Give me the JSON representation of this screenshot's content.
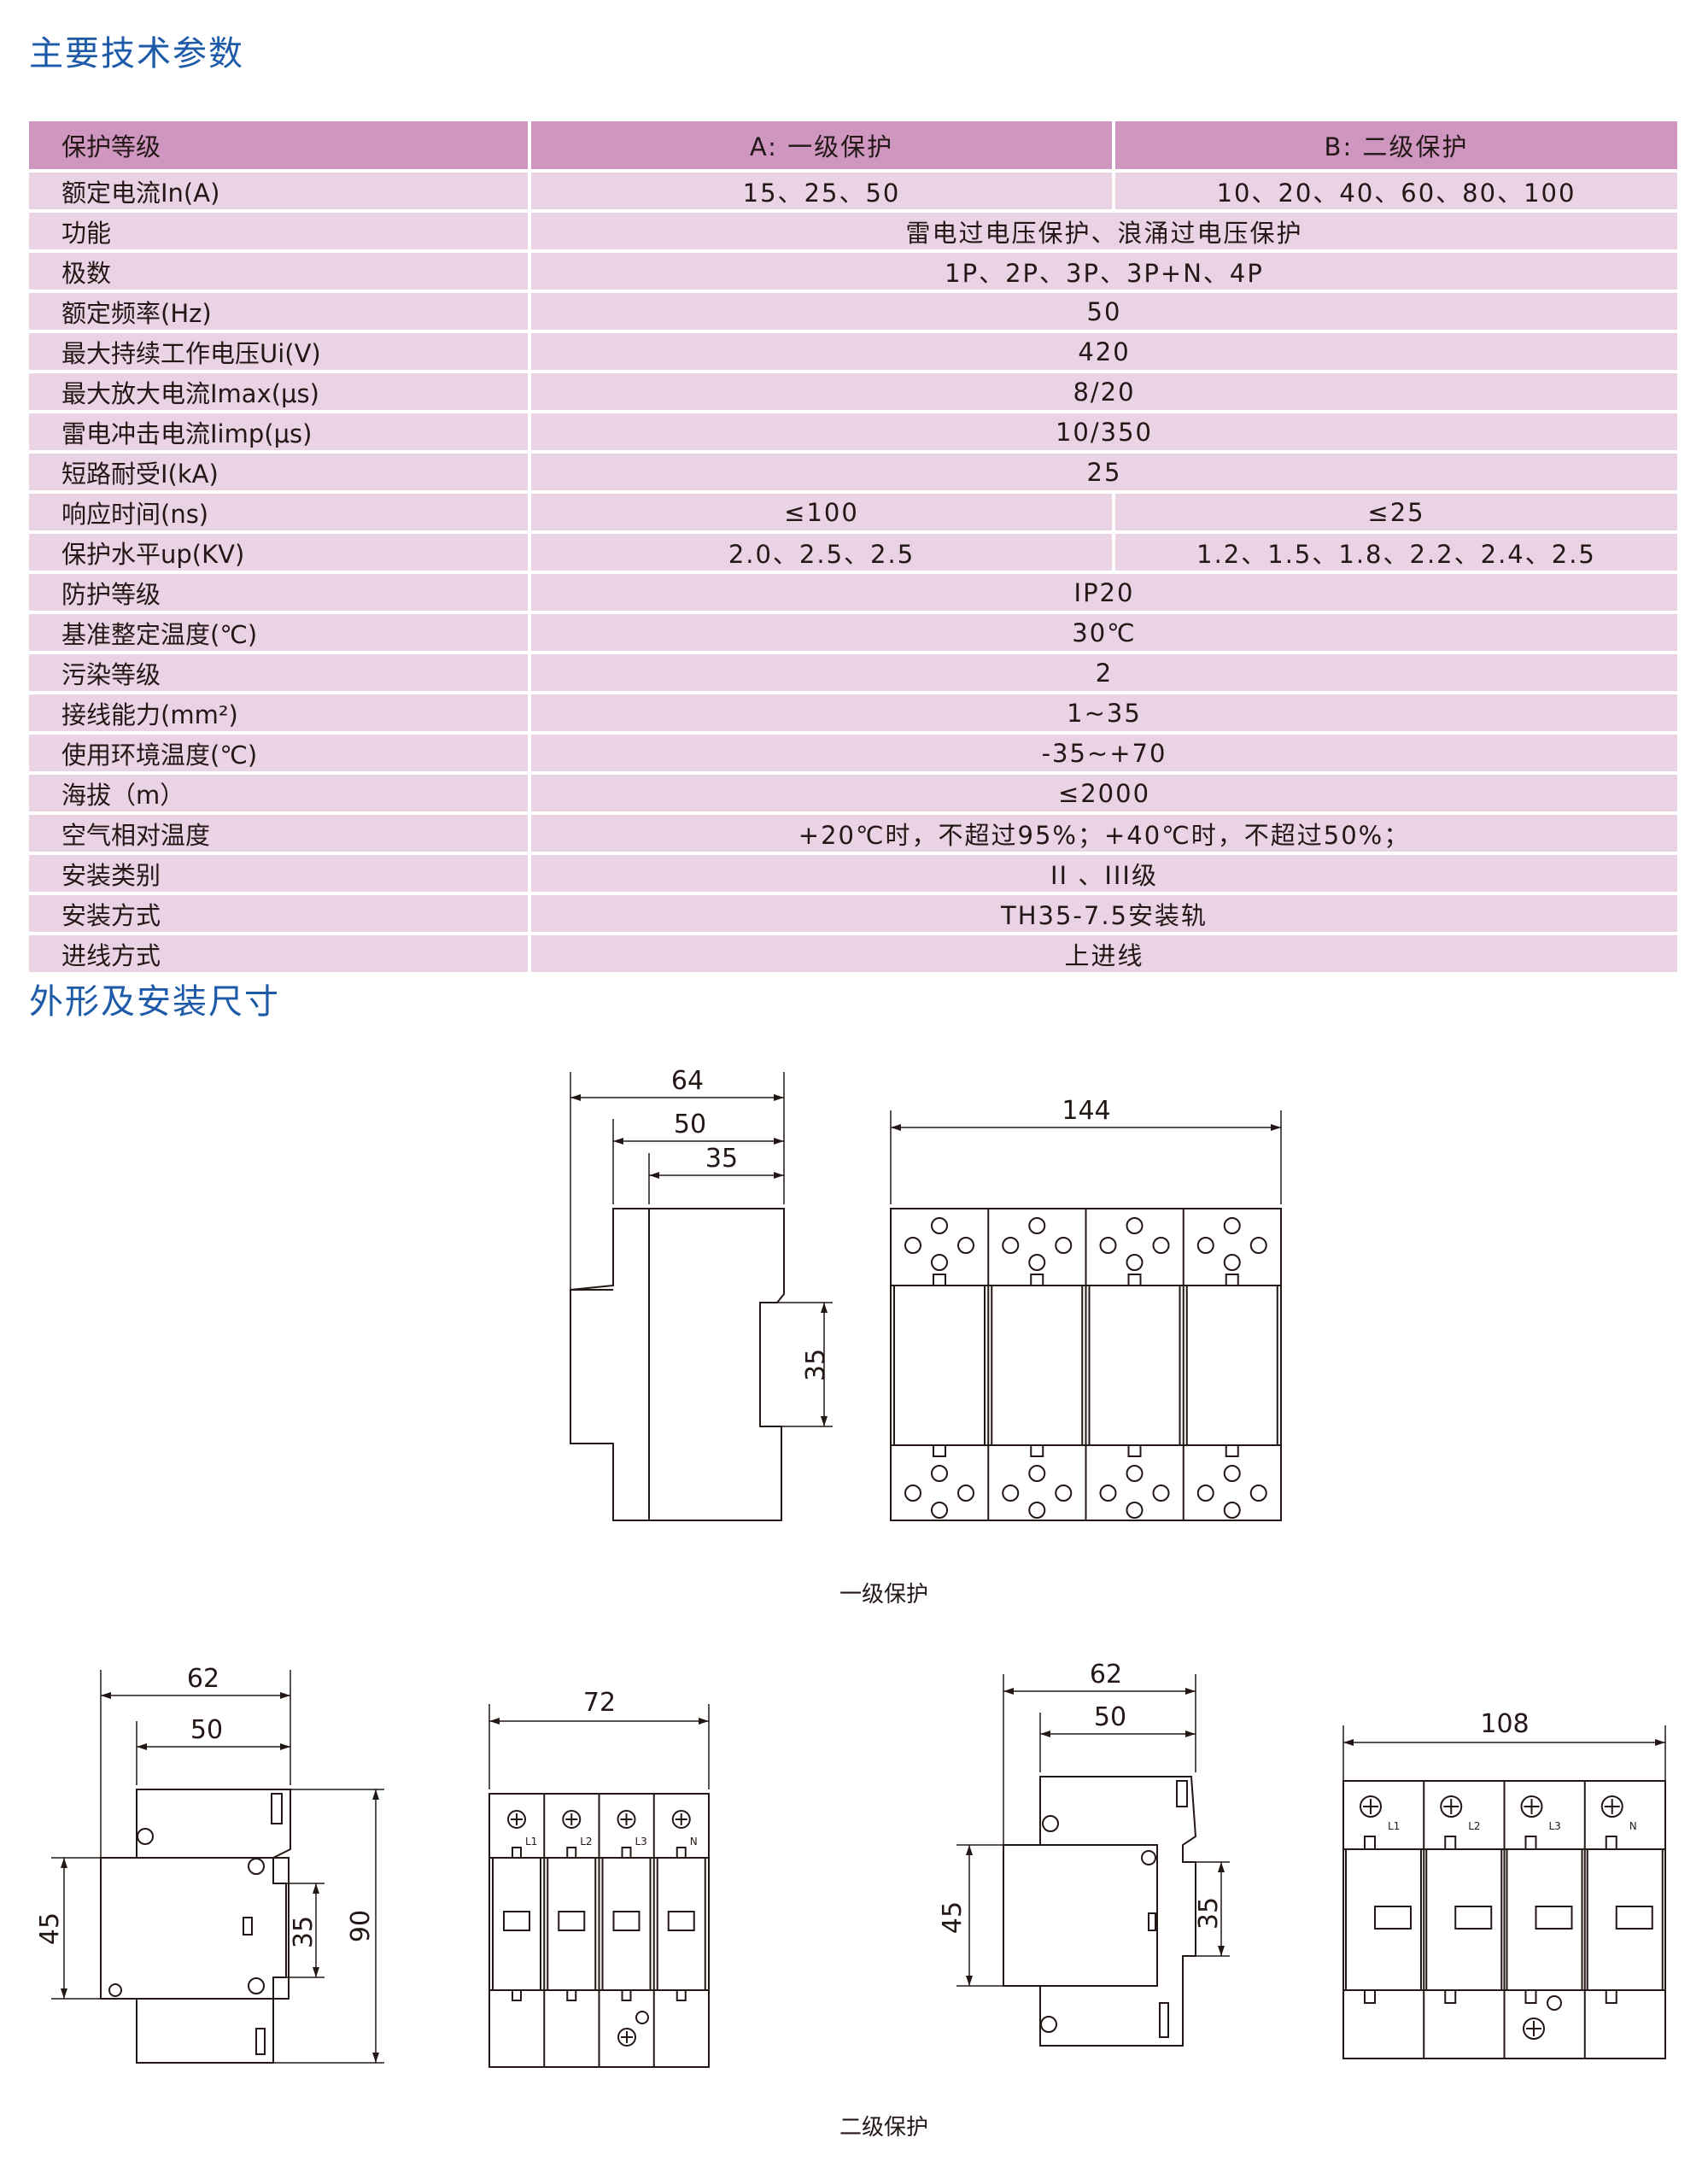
{
  "sections": {
    "specs_title": "主要技术参数",
    "dims_title": "外形及安装尺寸"
  },
  "table": {
    "header": {
      "label": "保护等级",
      "a": "A: 一级保护",
      "b": "B: 二级保护"
    },
    "rows": [
      {
        "label": "额定电流In(A)",
        "a": "15、25、50",
        "b": "10、20、40、60、80、100"
      },
      {
        "label": "功能",
        "v": "雷电过电压保护、浪涌过电压保护"
      },
      {
        "label": "极数",
        "v": "1P、2P、3P、3P+N、4P"
      },
      {
        "label": "额定频率(Hz)",
        "v": "50"
      },
      {
        "label": "最大持续工作电压Ui(V)",
        "v": "420"
      },
      {
        "label": "最大放大电流Imax(μs)",
        "v": "8/20"
      },
      {
        "label": "雷电冲击电流Iimp(μs)",
        "v": "10/350"
      },
      {
        "label": "短路耐受I(kA)",
        "v": "25"
      },
      {
        "label": "响应时间(ns)",
        "a": "≤100",
        "b": "≤25"
      },
      {
        "label": "保护水平up(KV)",
        "a": "2.0、2.5、2.5",
        "b": "1.2、1.5、1.8、2.2、2.4、2.5"
      },
      {
        "label": "防护等级",
        "v": "IP20"
      },
      {
        "label": "基准整定温度(℃)",
        "v": "30℃"
      },
      {
        "label": "污染等级",
        "v": "2"
      },
      {
        "label": "接线能力(mm²)",
        "v": "1~35"
      },
      {
        "label": "使用环境温度(℃)",
        "v": "-35~+70"
      },
      {
        "label": "海拔（m）",
        "v": "≤2000"
      },
      {
        "label": "空气相对温度",
        "v": "+20℃时，不超过95%；+40℃时，不超过50%；"
      },
      {
        "label": "安装类别",
        "v": "II 、III级"
      },
      {
        "label": "安装方式",
        "v": "TH35-7.5安装轨"
      },
      {
        "label": "进线方式",
        "v": "上进线"
      }
    ]
  },
  "drawings": {
    "level1": {
      "caption": "一级保护",
      "side_dims": {
        "d64": "64",
        "d50": "50",
        "d35": "35",
        "v35": "35"
      },
      "front_dim": "144"
    },
    "level2": {
      "caption": "二级保护",
      "left_side": {
        "d62": "62",
        "d50": "50",
        "v45": "45",
        "v35": "35",
        "v90": "90"
      },
      "front_4p_narrow": {
        "w": "72",
        "poles": [
          "L1",
          "L2",
          "L3",
          "N"
        ]
      },
      "right_side": {
        "d62": "62",
        "d50": "50",
        "v45": "45",
        "v35": "35"
      },
      "front_4p_wide": {
        "w": "108",
        "poles": [
          "L1",
          "L2",
          "L3",
          "N"
        ]
      }
    }
  },
  "colors": {
    "title_blue": "#1d5aa8",
    "header_bg": "#cf96c0",
    "row_bg": "#e9d3e5"
  }
}
